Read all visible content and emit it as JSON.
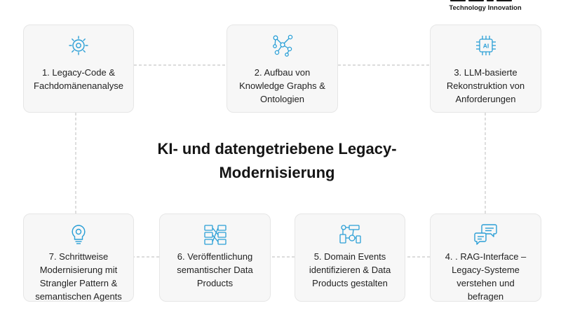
{
  "brand": {
    "text": "Technology Innovation"
  },
  "title": "KI- und datengetriebene Legacy-\nModernisierung",
  "colors": {
    "icon": "#2b9fd6",
    "card_bg": "#f7f7f7",
    "line": "#c8c8c8"
  },
  "cards": [
    {
      "label": "1. Legacy-Code &\nFachdomänenanalyse",
      "icon": "gear-bulb-icon"
    },
    {
      "label": "2. Aufbau von\nKnowledge Graphs &\nOntologien",
      "icon": "graph-nodes-icon"
    },
    {
      "label": "3. LLM-basierte\nRekonstruktion von\nAnforderungen",
      "icon": "ai-chip-icon"
    },
    {
      "label": "4. . RAG-Interface –\nLegacy-Systeme\nverstehen und\nbefragen",
      "icon": "chat-bubbles-icon"
    },
    {
      "label": "5. Domain Events\nidentifizieren & Data\nProducts gestalten",
      "icon": "events-network-icon"
    },
    {
      "label": "6. Veröffentlichung\nsemantischer Data\nProducts",
      "icon": "data-flow-icon"
    },
    {
      "label": "7. Schrittweise\nModernisierung mit\nStrangler Pattern &\nsemantischen Agents",
      "icon": "idea-bulb-icon"
    }
  ]
}
